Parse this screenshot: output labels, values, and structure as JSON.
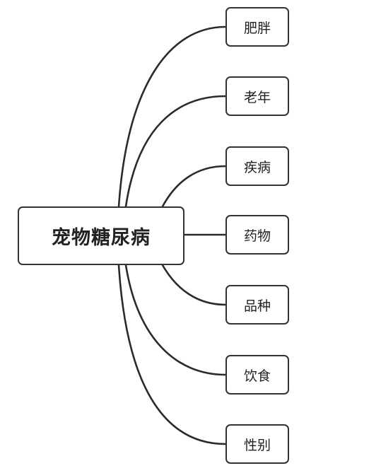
{
  "central": "宠物糖尿病",
  "branches": [
    "肥胖",
    "老年",
    "疾病",
    "药物",
    "品种",
    "饮食",
    "性别"
  ],
  "colors": {
    "line": "#2b2b2b",
    "border": "#333333",
    "text": "#222222",
    "background": "#ffffff"
  }
}
